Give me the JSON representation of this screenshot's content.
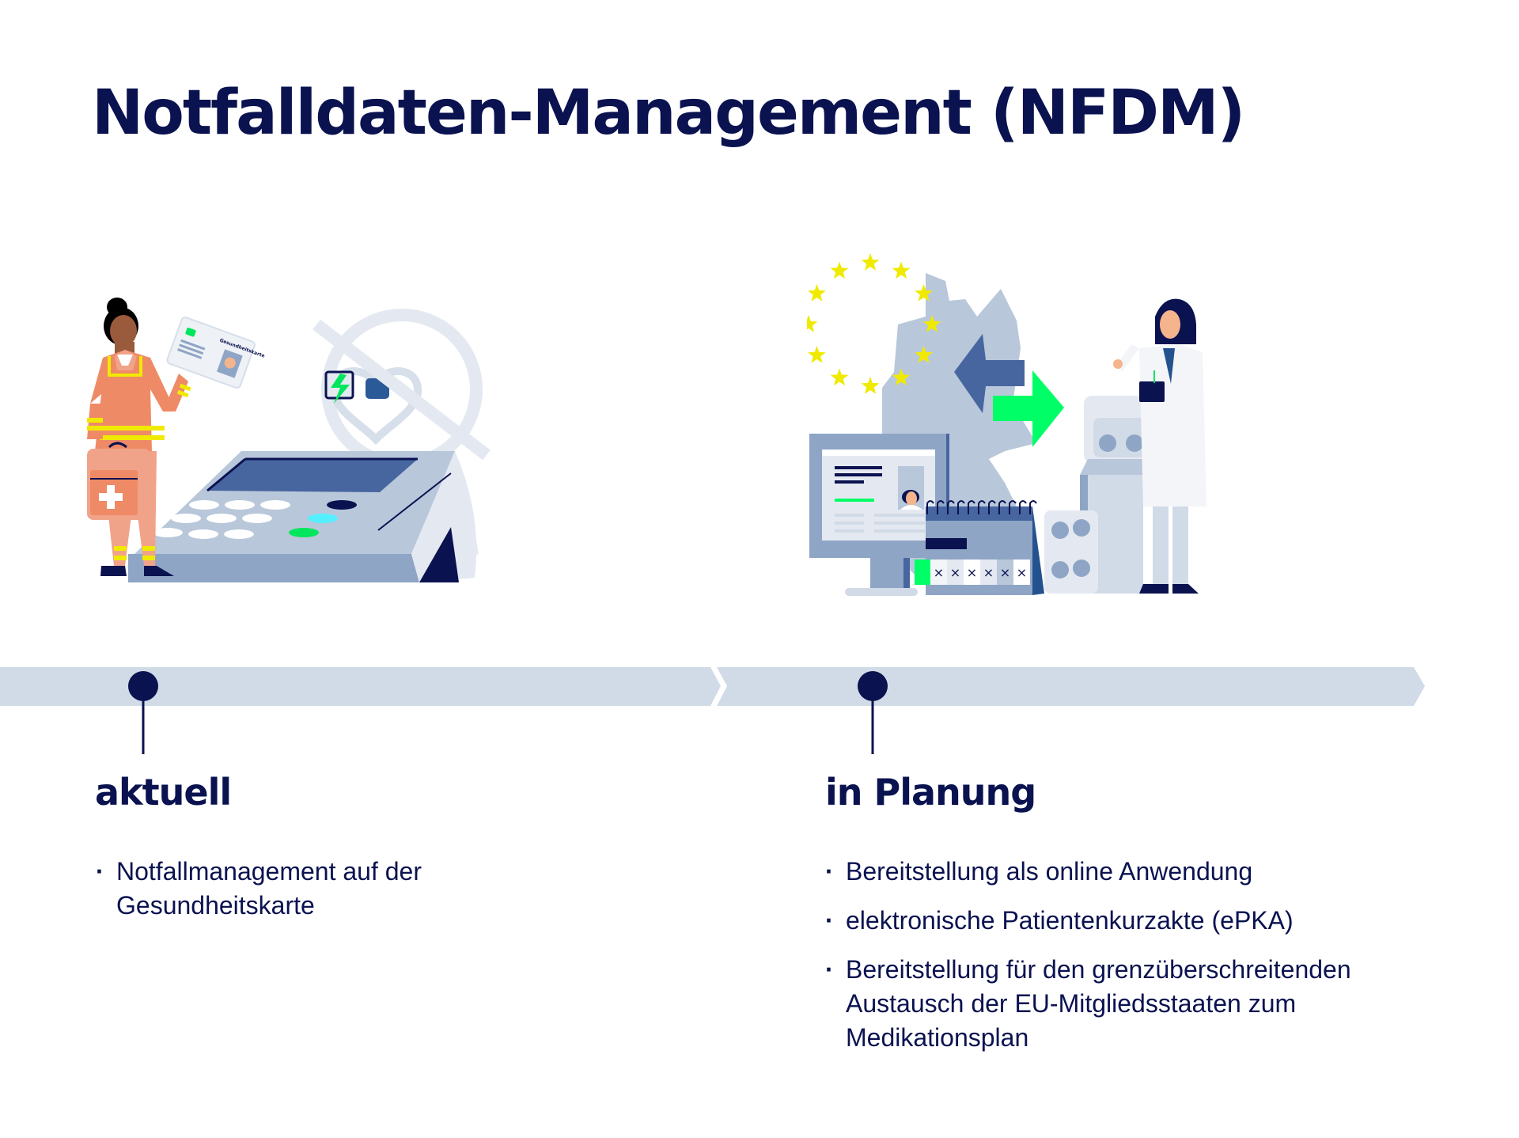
{
  "page": {
    "title": "Notfalldaten-Management (NFDM)"
  },
  "colors": {
    "navy": "#0a1250",
    "timeline_bar": "#d1dbe7",
    "accent_green": "#00ff66",
    "star_yellow": "#f0ea00",
    "uniform_orange": "#ef8a66",
    "slate_blue": "#4766a0",
    "light_slate": "#b8c7da"
  },
  "timeline": {
    "stages": [
      {
        "heading": "aktuell",
        "illustration": "paramedic-with-health-card-and-card-terminal",
        "items": [
          "Notfallmanagement auf der Gesundheitskarte"
        ]
      },
      {
        "heading": "in Planung",
        "illustration": "eu-data-exchange-with-doctor-and-medication",
        "items": [
          "Bereitstellung als online Anwendung",
          "elektronische Patientenkurzakte (ePKA)",
          "Bereitstellung für den grenzüberschreitenden Austausch der EU-Mitgliedsstaaten zum Medikationsplan"
        ]
      }
    ]
  },
  "illustrations": {
    "health_card_label": "Gesundheitskarte",
    "calendar_marks": [
      "×",
      "×",
      "×",
      "×",
      "×",
      "×"
    ]
  }
}
